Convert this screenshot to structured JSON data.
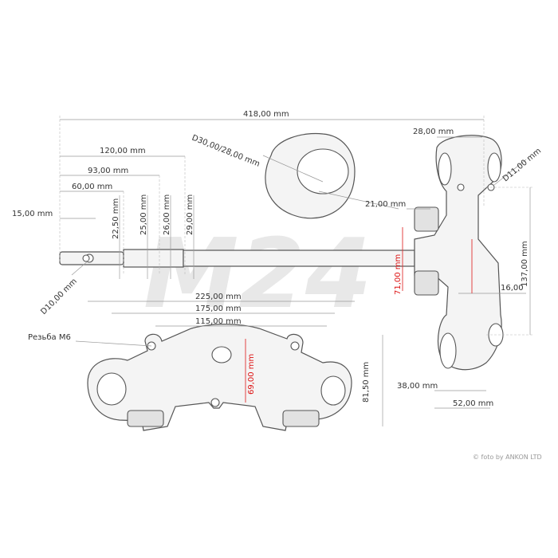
{
  "watermark": "M24",
  "credit": "© foto by ANKON LTD",
  "thread_label": "Резьба M6",
  "dimensions": {
    "total_length": "418,00 mm",
    "d120": "120,00 mm",
    "d93": "93,00 mm",
    "d60": "60,00 mm",
    "d15": "15,00 mm",
    "dia_22_5": "22,50 mm",
    "dia_25": "25,00 mm",
    "dia_26": "26,00 mm",
    "dia_29": "29,00 mm",
    "d10": "D10,00 mm",
    "d30_28": "D30,00/28,00 mm",
    "d21": "21,00 mm",
    "d28": "28,00 mm",
    "d11": "D11,00 mm",
    "d137": "137,00 mm",
    "d16": "16,00",
    "d71": "71,00 mm",
    "d225": "225,00 mm",
    "d175": "175,00 mm",
    "d115": "115,00 mm",
    "d69": "69,00 mm",
    "d81_5": "81,50 mm",
    "d38": "38,00 mm",
    "d52": "52,00 mm"
  },
  "colors": {
    "dimension_highlight": "#d11111",
    "dimension_line": "#9a9a9a"
  }
}
